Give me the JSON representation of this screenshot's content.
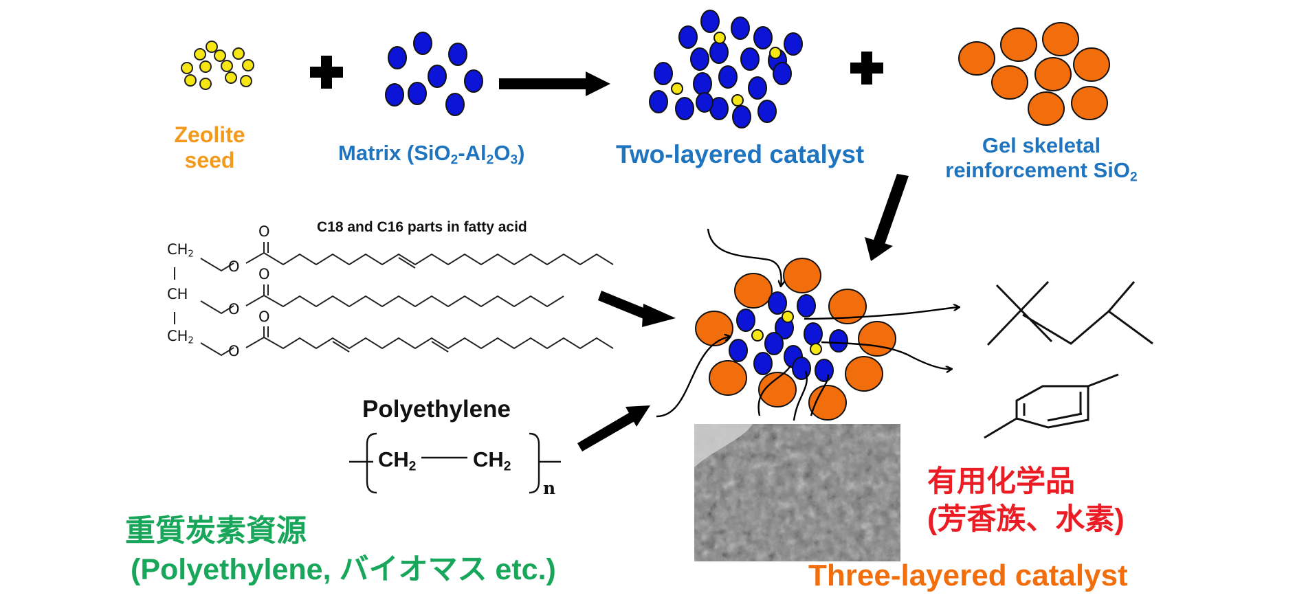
{
  "labels": {
    "zeolite_line1": "Zeolite",
    "zeolite_line2": "seed",
    "matrix_prefix": "Matrix (SiO",
    "matrix_sub1": "2",
    "matrix_mid": "-Al",
    "matrix_sub2": "2",
    "matrix_o": "O",
    "matrix_sub3": "3",
    "matrix_suffix": ")",
    "two_layered": "Two-layered catalyst",
    "gel_line1": "Gel skeletal",
    "gel_line2": "reinforcement SiO",
    "gel_sub": "2",
    "fatty_acid": "C18 and C16 parts in fatty acid",
    "polyethylene": "Polyethylene",
    "poly_ch2_a": "CH",
    "poly_ch2_a_sub": "2",
    "poly_ch2_b": "CH",
    "poly_ch2_b_sub": "2",
    "poly_n": "n",
    "heavy_jp": "重質炭素資源",
    "heavy_en": "(Polyethylene, バイオマス etc.)",
    "useful_jp": "有用化学品",
    "useful_paren": "(芳香族、水素)",
    "three_layered": "Three-layered catalyst",
    "glycerol_ch2_top": "CH",
    "glycerol_ch2_top_sub": "2",
    "glycerol_ch": "CH",
    "glycerol_ch2_bot": "CH",
    "glycerol_ch2_bot_sub": "2",
    "o_carbonyl": "O",
    "o_ester": "O"
  },
  "colors": {
    "zeolite": "#f5e614",
    "matrix": "#0c14d8",
    "gel": "#f26d0c",
    "label_orange": "#f39a1c",
    "label_blue": "#1f74c0",
    "label_green": "#17a65a",
    "label_red": "#ec1c24"
  },
  "icons": [
    "plus-icon",
    "arrow-right-icon",
    "arrow-down-icon",
    "tem-micrograph-image"
  ]
}
